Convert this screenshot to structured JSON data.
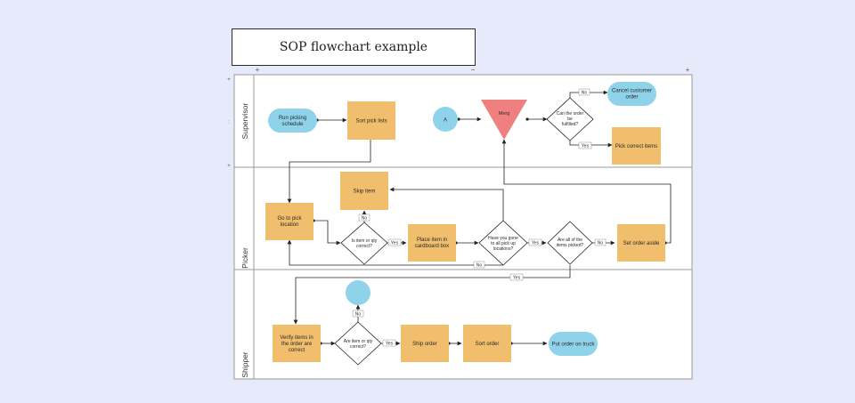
{
  "title": "SOP flowchart example",
  "lanes": [
    {
      "id": "supervisor",
      "label": "Supervisor"
    },
    {
      "id": "picker",
      "label": "Picker"
    },
    {
      "id": "shipper",
      "label": "Shipper"
    }
  ],
  "nodes": {
    "run_picking": "Run picking schedule",
    "sort_pick_lists": "Sort pick lists",
    "connector_a": "A",
    "merge": "Merg",
    "can_fulfill": "Can the order be fulfilled?",
    "cancel_order": "Cancel customer order",
    "pick_correct_items": "Pick correct items",
    "skip_item": "Skip item",
    "go_to_pick": "Go to pick location",
    "item_qty_correct_picker": "Is item or qty correct?",
    "place_item": "Place item in cardboard box",
    "all_locations": "Have you gone to all pick up locations?",
    "all_items_picked": "Are all of the items picked?",
    "set_order_aside": "Set order aside",
    "verify_items": "Verify items in the order are correct",
    "item_qty_correct_shipper": "Are item or qty correct?",
    "ship_order": "Ship order",
    "sort_order": "Sort order",
    "put_order_truck": "Put order on truck",
    "connector_end": ""
  },
  "edge_labels": {
    "no": "No",
    "yes": "Yes"
  },
  "colors": {
    "background": "#e7eafb",
    "process": "#f0be6d",
    "terminal": "#8ed3ea",
    "merge": "#f08080",
    "decision": "#ffffff",
    "stroke": "#222222"
  }
}
